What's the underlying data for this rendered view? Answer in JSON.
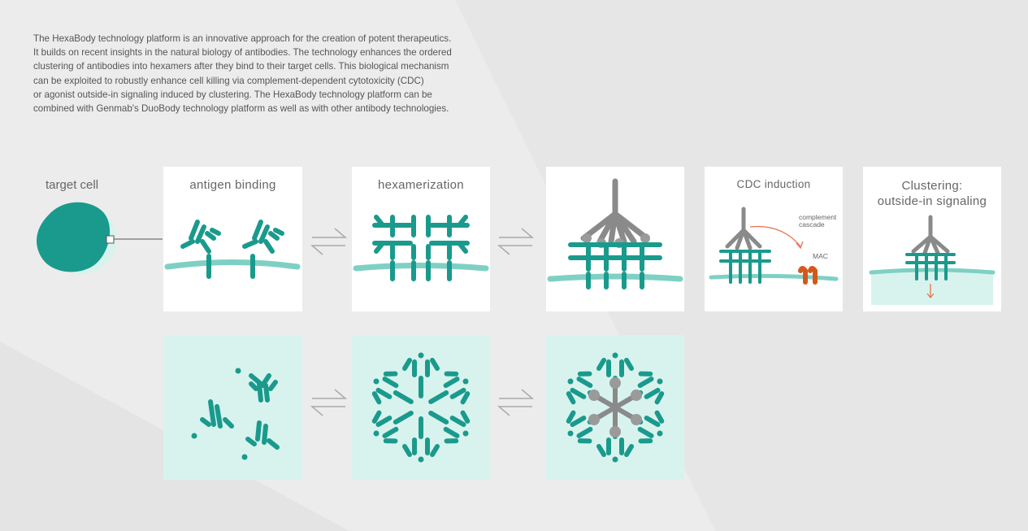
{
  "intro": {
    "lines": [
      "The HexaBody technology platform is an innovative approach for the creation of potent therapeutics.",
      "It builds on recent insights in the natural biology of antibodies. The technology enhances the ordered",
      "clustering of antibodies into hexamers after they bind to their target cells. This biological mechanism",
      "can be exploited to robustly enhance cell killing via complement-dependent cytotoxicity (CDC)",
      "or agonist outside-in signaling induced by clustering. The HexaBody technology platform can be",
      "combined with Genmab's DuoBody technology platform as well as with other antibody technologies."
    ]
  },
  "labels": {
    "target_cell": "target cell",
    "antigen_binding": "antigen binding",
    "hexamerization": "hexamerization",
    "cdc_induction": "CDC induction",
    "clustering_line1": "Clustering:",
    "clustering_line2": "outside-in signaling",
    "complement_line1": "complement",
    "complement_line2": "cascade",
    "mac": "MAC"
  },
  "colors": {
    "teal": "#1a9a8c",
    "dark_teal": "#0f8b80",
    "light_teal": "#d8f3ee",
    "gray": "#8a8a8a",
    "orange": "#e8744a",
    "membrane": "#7fd0c4"
  },
  "icons": [
    "equilibrium-arrows-icon",
    "antibody-icon",
    "hexamer-icon",
    "target-cell-icon"
  ]
}
